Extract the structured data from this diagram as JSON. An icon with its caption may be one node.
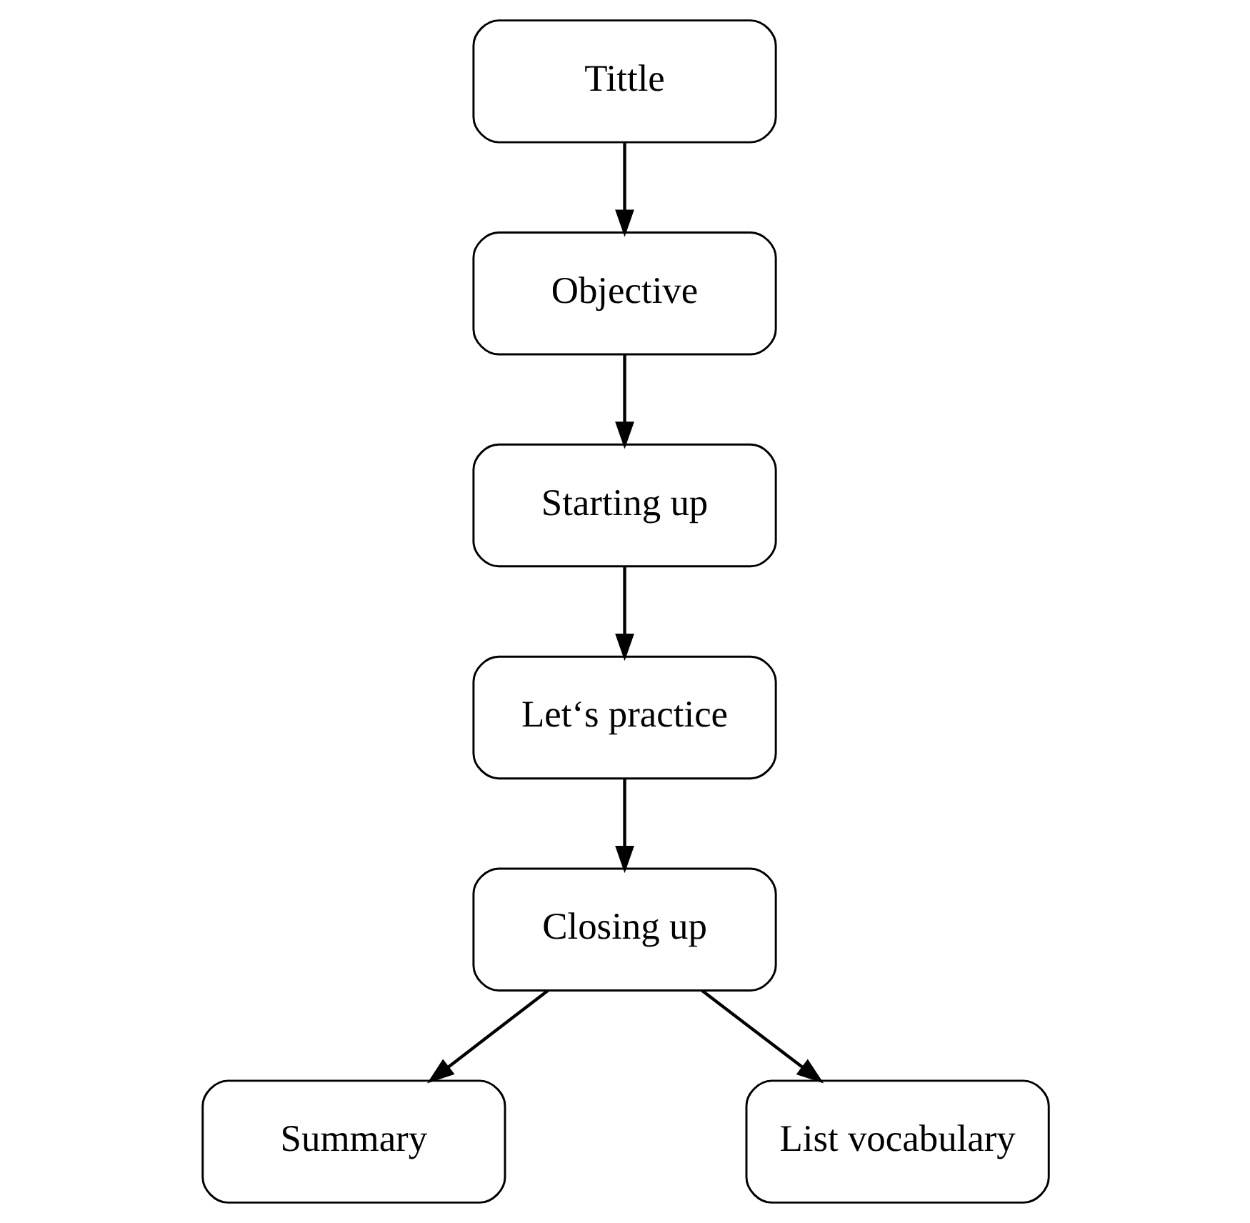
{
  "diagram": {
    "nodes": [
      {
        "text": [
          "Tittle"
        ]
      },
      {
        "text": [
          "Objective"
        ]
      },
      {
        "text": [
          "Starting up"
        ]
      },
      {
        "text": [
          "Let‘s practice"
        ]
      },
      {
        "text": [
          "Closing up"
        ]
      },
      {
        "text": [
          "Summary"
        ]
      },
      {
        "text": [
          "List vocabulary"
        ]
      }
    ],
    "edges": [
      {
        "from": 0,
        "to": 1,
        "arrow": "to"
      },
      {
        "from": 1,
        "to": 2,
        "arrow": "to"
      },
      {
        "from": 2,
        "to": 3,
        "arrow": "to"
      },
      {
        "from": 3,
        "to": 4,
        "arrow": "to"
      },
      {
        "from": 4,
        "to": 5,
        "arrow": "to"
      },
      {
        "from": 4,
        "to": 6,
        "arrow": "to"
      }
    ]
  }
}
